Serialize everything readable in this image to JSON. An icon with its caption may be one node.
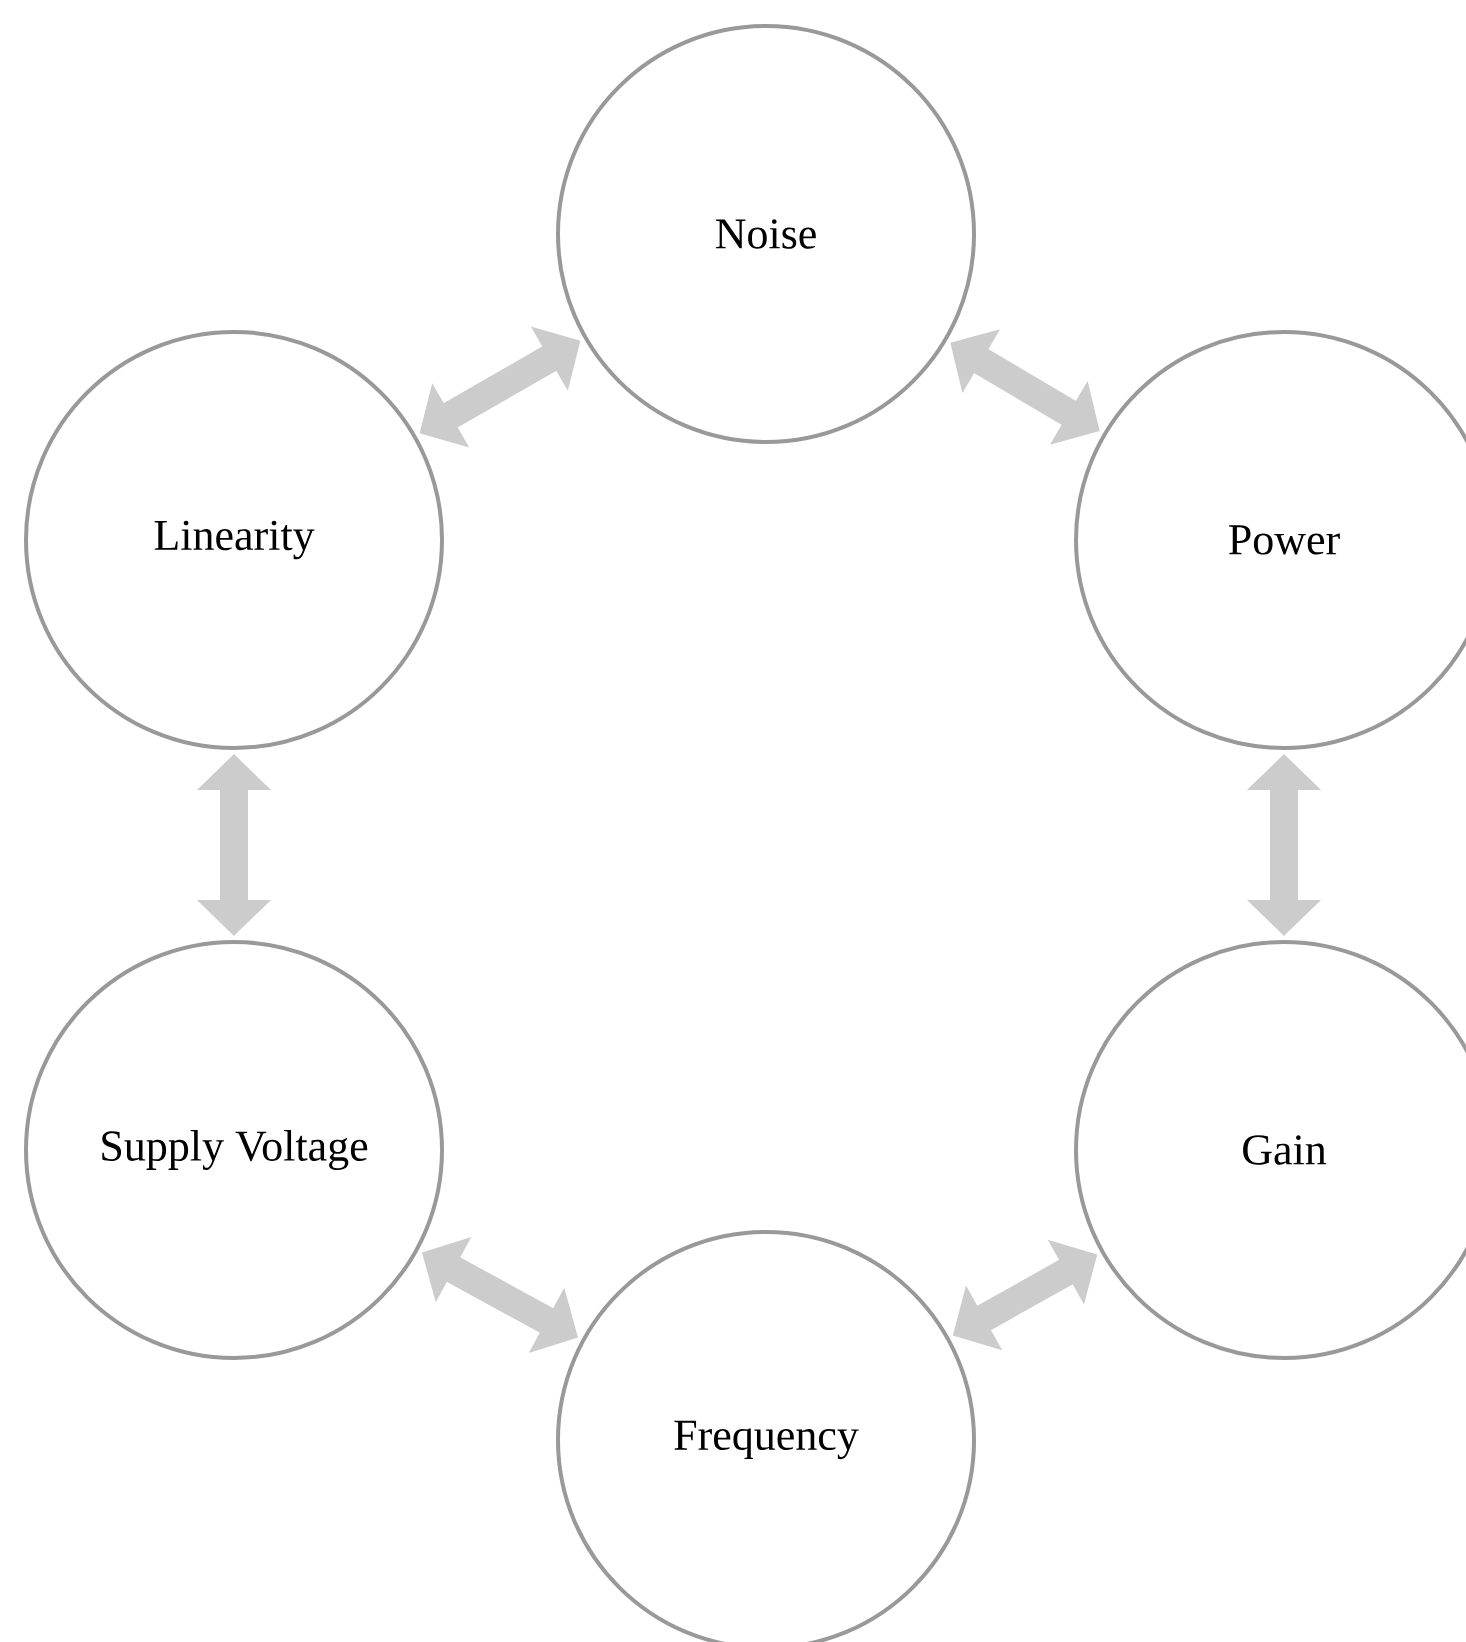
{
  "diagram": {
    "nodes": [
      {
        "text": [
          "Noise"
        ]
      },
      {
        "text": [
          "Power"
        ]
      },
      {
        "text": [
          "Gain"
        ]
      },
      {
        "text": [
          "Frequency"
        ]
      },
      {
        "text": [
          "Supply Voltage"
        ]
      },
      {
        "text": [
          "Linearity"
        ]
      }
    ],
    "edges": [
      {
        "from": 0,
        "to": 1,
        "arrow": "both"
      },
      {
        "from": 1,
        "to": 2,
        "arrow": "both"
      },
      {
        "from": 2,
        "to": 3,
        "arrow": "both"
      },
      {
        "from": 3,
        "to": 4,
        "arrow": "both"
      },
      {
        "from": 4,
        "to": 5,
        "arrow": "both"
      },
      {
        "from": 5,
        "to": 0,
        "arrow": "both"
      }
    ]
  }
}
